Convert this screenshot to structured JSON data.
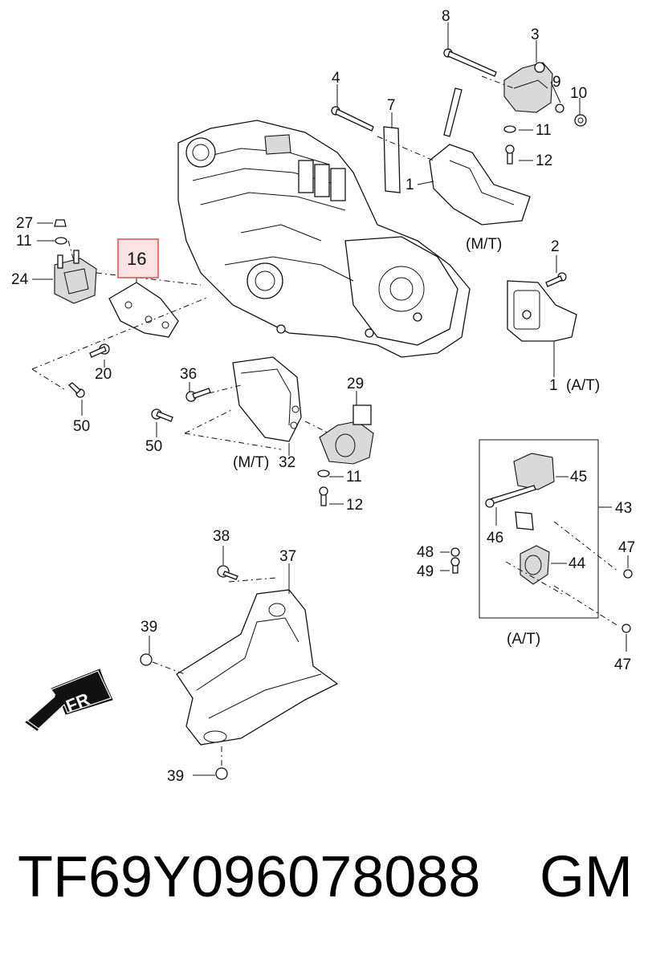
{
  "callouts": {
    "c1_mt": "1",
    "c1_at": "1",
    "c2": "2",
    "c3": "3",
    "c4": "4",
    "c7": "7",
    "c8": "8",
    "c9": "9",
    "c10": "10",
    "c11_top": "11",
    "c11_left": "11",
    "c11_mid": "11",
    "c12_top": "12",
    "c12_mid": "12",
    "c16": "16",
    "c20": "20",
    "c24": "24",
    "c27": "27",
    "c29": "29",
    "c32": "32",
    "c36": "36",
    "c37": "37",
    "c38": "38",
    "c39_top": "39",
    "c39_bottom": "39",
    "c43": "43",
    "c44": "44",
    "c45": "45",
    "c46": "46",
    "c47_top": "47",
    "c47_bottom": "47",
    "c48": "48",
    "c49": "49",
    "c50_top": "50",
    "c50_mid": "50"
  },
  "variants": {
    "mt_top": "(M/T)",
    "mt_mid": "(M/T)",
    "at_right": "(A/T)",
    "at_box": "(A/T)"
  },
  "arrow_label": "FR",
  "highlight": {
    "part": "16",
    "color": "#d9534f",
    "fill": "#fbe3e4"
  },
  "footer": {
    "part_number": "TF69Y096078088",
    "brand": "GM"
  }
}
